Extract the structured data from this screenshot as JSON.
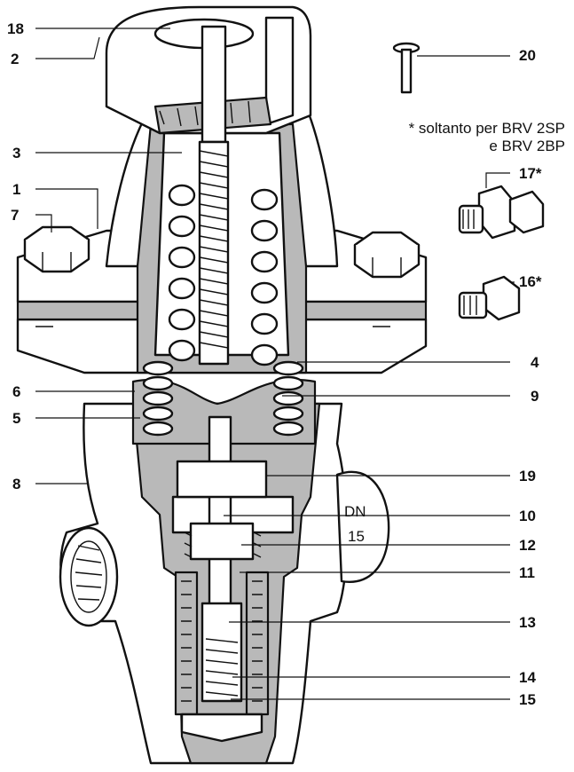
{
  "callouts": {
    "c18": "18",
    "c2": "2",
    "c3": "3",
    "c1": "1",
    "c7": "7",
    "c6": "6",
    "c5": "5",
    "c8": "8",
    "c20": "20",
    "c17": "17*",
    "c16": "16*",
    "c4": "4",
    "c9": "9",
    "c19": "19",
    "c10": "10",
    "c12": "12",
    "c11": "11",
    "c13": "13",
    "c14": "14",
    "c15": "15"
  },
  "note": {
    "line1": "* soltanto per BRV 2SP",
    "line2": "e BRV 2BP"
  },
  "body_marking": {
    "line1": "DN",
    "line2": "15"
  },
  "colors": {
    "section_gray": "#b9b9b9",
    "outline": "#111111"
  }
}
